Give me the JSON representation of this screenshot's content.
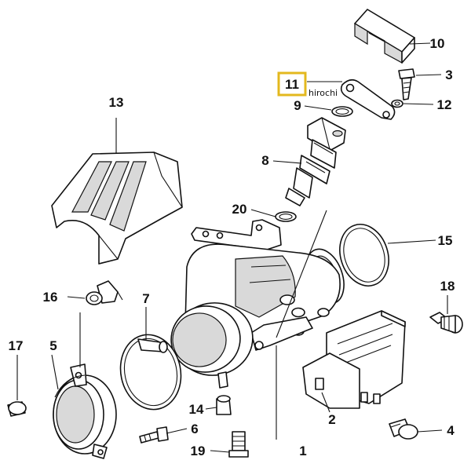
{
  "diagram": {
    "watermark": "hirochi",
    "highlight_color": "#e3b81e",
    "callouts": [
      {
        "id": "c1",
        "label": "1"
      },
      {
        "id": "c2",
        "label": "2"
      },
      {
        "id": "c3",
        "label": "3"
      },
      {
        "id": "c4",
        "label": "4"
      },
      {
        "id": "c5",
        "label": "5"
      },
      {
        "id": "c6",
        "label": "6"
      },
      {
        "id": "c7",
        "label": "7"
      },
      {
        "id": "c8",
        "label": "8"
      },
      {
        "id": "c9",
        "label": "9"
      },
      {
        "id": "c10",
        "label": "10"
      },
      {
        "id": "c11",
        "label": "11",
        "highlighted": true
      },
      {
        "id": "c12",
        "label": "12"
      },
      {
        "id": "c13",
        "label": "13"
      },
      {
        "id": "c14",
        "label": "14"
      },
      {
        "id": "c15",
        "label": "15"
      },
      {
        "id": "c16",
        "label": "16"
      },
      {
        "id": "c17",
        "label": "17"
      },
      {
        "id": "c18",
        "label": "18"
      },
      {
        "id": "c19",
        "label": "19"
      },
      {
        "id": "c20",
        "label": "20"
      }
    ]
  }
}
